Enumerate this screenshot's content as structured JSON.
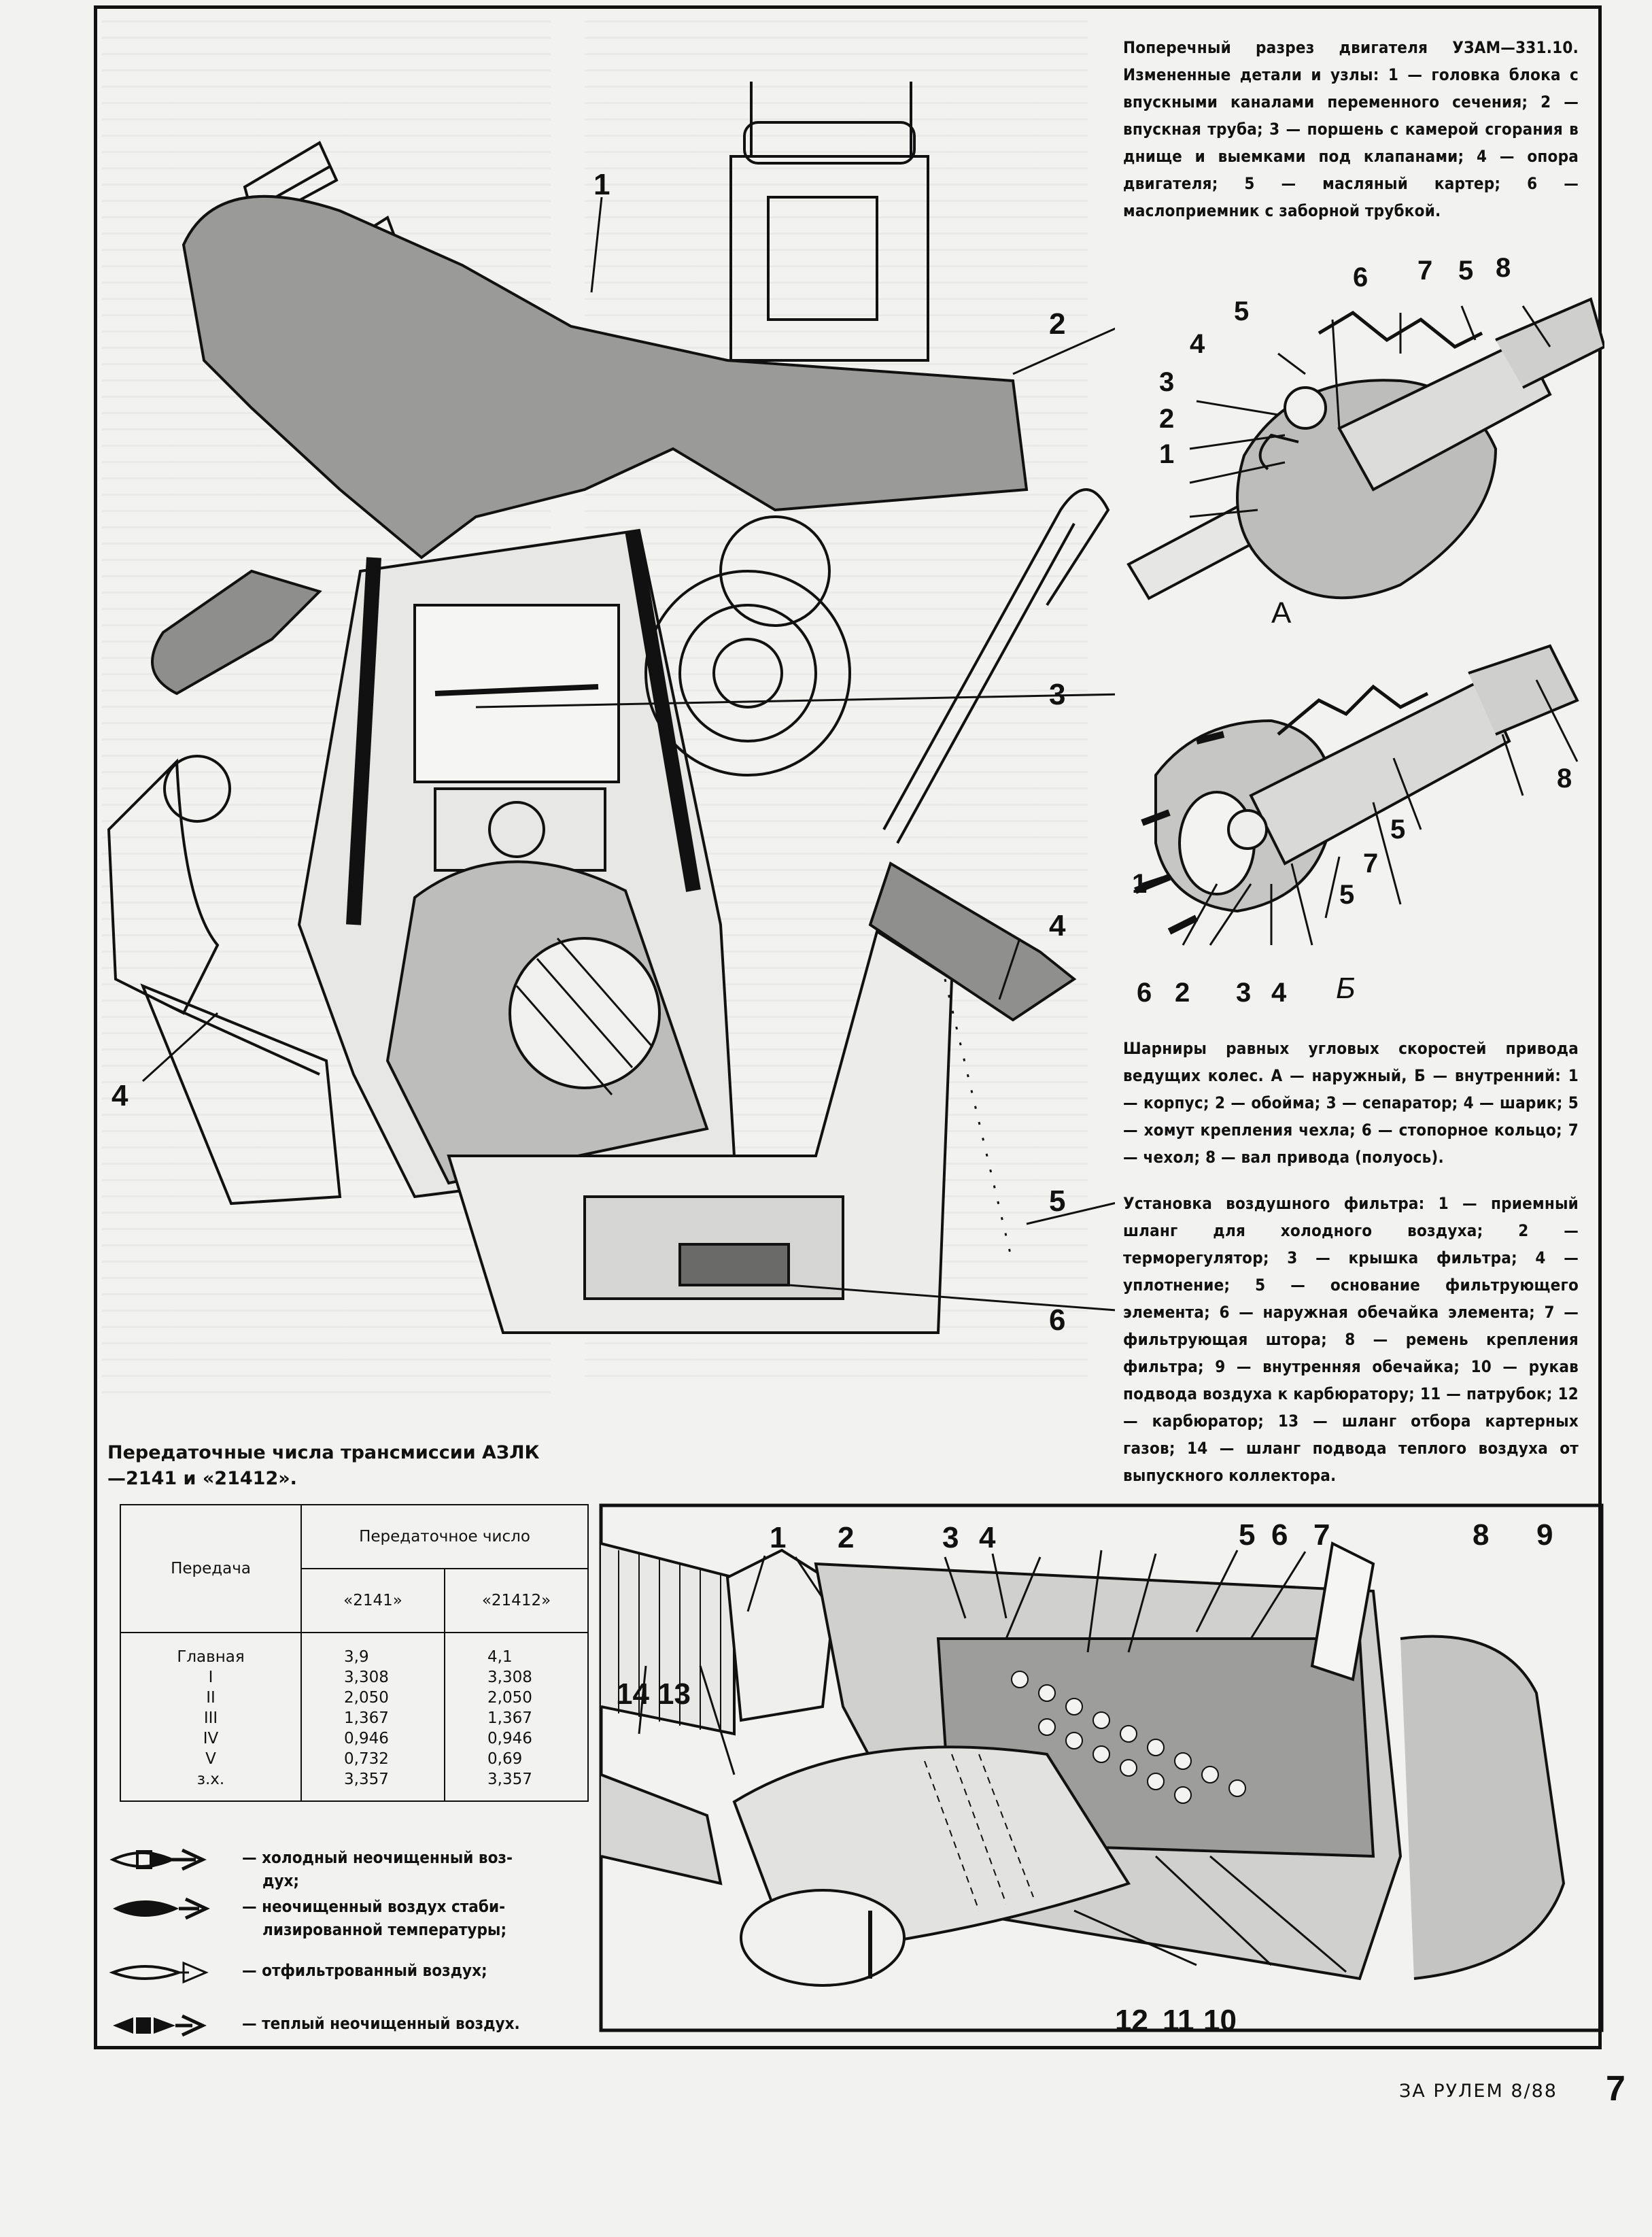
{
  "page": {
    "magazine": "ЗА РУЛЕМ 8/88",
    "page_number": "7"
  },
  "engine_figure": {
    "caption": "Поперечный разрез двигателя УЗАМ—331.10. Измененные детали и узлы: 1 — головка блока с впускными каналами переменного сечения; 2 — впускная труба; 3 — поршень с камерой сгорания в днище и выемками под клапанами; 4 — опора двигателя; 5 — масляный картер; 6 — маслоприемник с заборной трубкой.",
    "callouts": [
      "1",
      "2",
      "3",
      "4",
      "4",
      "5",
      "6"
    ]
  },
  "cv_joint_figure": {
    "outer_label": "А",
    "inner_label": "Б",
    "outer_callouts": [
      "6",
      "7",
      "5",
      "8",
      "5",
      "4",
      "3",
      "2",
      "1"
    ],
    "inner_callouts": [
      "8",
      "5",
      "7",
      "5",
      "1",
      "6",
      "2",
      "3",
      "4"
    ],
    "caption": "Шарниры равных угловых скоростей привода ведущих колес. А — наружный, Б — внутренний: 1 — корпус; 2 — обойма; 3 — сепаратор; 4 — шарик; 5 — хомут крепления чехла; 6 — стопорное кольцо; 7 — чехол; 8 — вал привода (полуось)."
  },
  "air_filter_figure": {
    "caption": "Установка воздушного фильтра: 1 — приемный шланг для холодного воздуха; 2 — терморегулятор; 3 — крышка фильтра; 4 — уплотнение; 5 — основание фильтрующего элемента; 6 — наружная обечайка элемента; 7 — фильтрующая штора; 8 — ремень крепления фильтра; 9 — внутренняя обечайка; 10 — рукав подвода воздуха к карбюратору; 11 — патрубок; 12 — карбюратор; 13 — шланг отбора картерных газов; 14 — шланг подвода теплого воздуха от выпускного коллектора.",
    "callouts_top": [
      "1",
      "2",
      "3",
      "4",
      "5",
      "6",
      "7",
      "8",
      "9"
    ],
    "callouts_left": [
      "14",
      "13"
    ],
    "callouts_bottom": [
      "12",
      "11",
      "10"
    ]
  },
  "gear_table": {
    "title": "Передаточные числа трансмиссии АЗЛК—2141 и «21412».",
    "header_gear": "Передача",
    "header_ratio": "Передаточное число",
    "columns": [
      "«2141»",
      "«21412»"
    ],
    "rows": [
      {
        "gear": "Главная",
        "v2141": "3,9",
        "v21412": "4,1"
      },
      {
        "gear": "I",
        "v2141": "3,308",
        "v21412": "3,308"
      },
      {
        "gear": "II",
        "v2141": "2,050",
        "v21412": "2,050"
      },
      {
        "gear": "III",
        "v2141": "1,367",
        "v21412": "1,367"
      },
      {
        "gear": "IV",
        "v2141": "0,946",
        "v21412": "0,946"
      },
      {
        "gear": "V",
        "v2141": "0,732",
        "v21412": "0,69"
      },
      {
        "gear": "з.х.",
        "v2141": "3,357",
        "v21412": "3,357"
      }
    ]
  },
  "legend": [
    {
      "icon": "cold-unfiltered-air-arrow",
      "line1": "— холодный неочищенный воз-",
      "line2": "дух;"
    },
    {
      "icon": "stabilized-air-arrow",
      "line1": "— неочищенный воздух стаби-",
      "line2": "лизированной температуры;"
    },
    {
      "icon": "filtered-air-arrow",
      "line1": "— отфильтрованный воздух;",
      "line2": ""
    },
    {
      "icon": "warm-unfiltered-air-arrow",
      "line1": "— теплый неочищенный воздух.",
      "line2": ""
    }
  ]
}
